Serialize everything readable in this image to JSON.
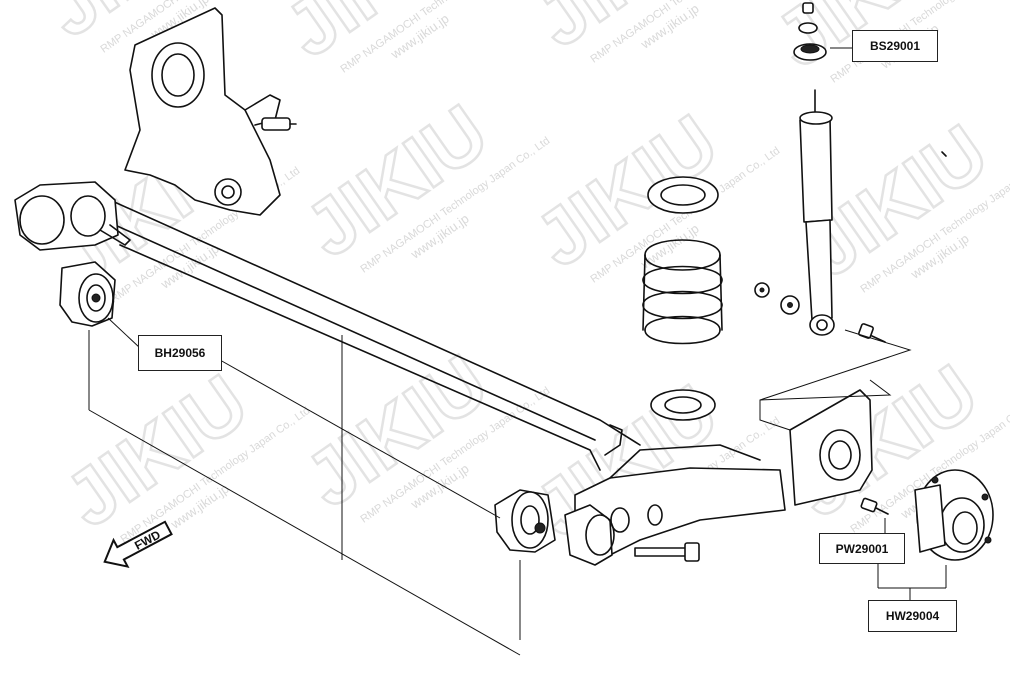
{
  "labels": {
    "bs29001": "BS29001",
    "bh29056": "BH29056",
    "pw29001": "PW29001",
    "hw29004": "HW29004"
  },
  "watermark": {
    "logo": "JIKIU",
    "company": "RMP NAGAMOCHI Technology Japan Co., Ltd",
    "url": "www.jikiu.jp"
  },
  "fwd_arrow": "FWD",
  "colors": {
    "line": "#111111",
    "watermark": "#d9d9d9",
    "background": "#ffffff"
  }
}
